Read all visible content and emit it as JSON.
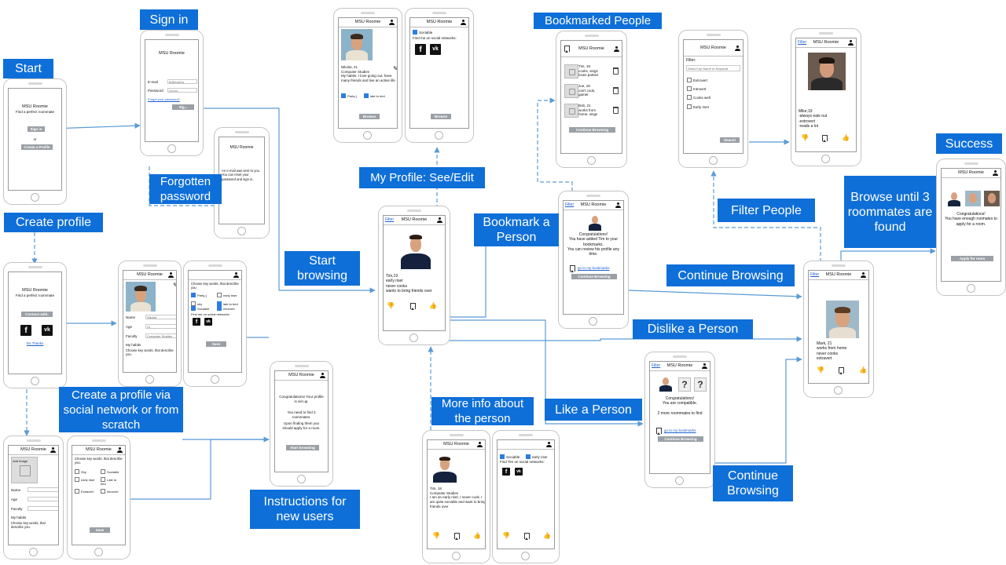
{
  "labels": {
    "start": "Start",
    "sign_in": "Sign in",
    "create_profile": "Create profile",
    "forgotten_password": "Forgotten password",
    "create_via_social": "Create a profile via social network or from scratch",
    "start_browsing": "Start browsing",
    "instructions_new_users": "Instructions for new users",
    "my_profile": "My Profile: See/Edit",
    "more_info": "More info about the person",
    "bookmark_person": "Bookmark a Person",
    "bookmarked_people": "Bookmarked  People",
    "filter_people": "Filter People",
    "continue_browsing_1": "Continue Browsing",
    "continue_browsing_2": "Continue Browsing",
    "dislike_person": "Dislike a Person",
    "like_person": "Like a Person",
    "browse_until": "Browse until 3 roommates are found",
    "success": "Success"
  },
  "app": {
    "name": "MSU Roomie",
    "tagline": "Find a perfect roommate",
    "sign_in_button": "Sign in",
    "or": "or",
    "create_profile_button": "Create a Profile",
    "sign_in_short": "Sig...",
    "email_label": "E-mail",
    "email_value": "hi@mail.ru",
    "password_label": "Password",
    "password_value": "••••••••",
    "forgot_link": "Forgot your password?",
    "reset_message": "An e-mail was sent to you. You can reset your password and sign in.",
    "connect_with": "Connect with:",
    "no_thanks": "No Thanks",
    "fb": "f",
    "vk": "vk",
    "add_image": "Add image",
    "name_label": "Name",
    "age_label": "Age",
    "faculty_label": "Faculty",
    "my_habits": "My habits",
    "choose_keywords": "Choose key words, that describe you.",
    "choose_keywords_2": "Choose key words, that describe you",
    "nikolai_name": "Nikolai",
    "nikolai_age": "21",
    "nikolai_faculty": "Computer Studies",
    "kw_shy": "Shy",
    "kw_sociable": "Sociable",
    "kw_early_riser": "early riser",
    "kw_late_to_bed": "Late to bed",
    "kw_late_to_bed_lc": "late to bed",
    "kw_extravert": "Extravert",
    "kw_introvert": "Introvert",
    "kw_party": "Party-(",
    "kw_shy_lc": "shy",
    "save": "Save",
    "find_me": "Find me on social networks:",
    "setup_msg": "Congratulations! Your profile is set up.",
    "need_find": "You need to find 3 roommates.",
    "upon_finding": "Upon finding them you should apply for a room.",
    "start_browsing_button": "Start browsing",
    "browse": "Browse",
    "profile_nikolai": "Nikolai, 21\nComputer Studies\nMy habits: I love going out, have many friends and live an active life",
    "party_check": "Party-(",
    "late_check": "late to bed",
    "sociable_check": "Sociable",
    "filter_link": "Filter",
    "tim_card": "Tim,19\nearly riser\nnever cooks\nwants to bring friends over",
    "tim_more": "Tim, 19\nComputer Studies\nI am an early riser, I never cook. I am quite sociable and want to bring friends over",
    "early_riser_check": "early riser",
    "find_tim": "Find Tim on social networks:",
    "added_msg": "Congratulations!\nYou have added Tim to your bookmarks.\nYou can review his profile any time.",
    "go_bookmarks": "go to my bookmarks",
    "continue_browsing_btn": "Continue Browsing",
    "bm_tim": "Tim, 19\ncooks, sings\nloves parties",
    "bm_joe": "Joe, 18\ncan't cook,\ngamer.",
    "bm_bob": "Bob, 21\nworks from\nhome, sings",
    "filter_title": "Filter:",
    "search_placeholder": "Search by Name or Keyword",
    "f_extrovert": "Extrovert",
    "f_introvert": "Introvert",
    "f_cooks": "Cooks well",
    "f_early": "Early riser",
    "search_btn": "Search",
    "mike_card": "Mike,19\n-always eats out\n-extrovert\n-reads a lot",
    "mark_card": "Mark, 21\nworks from home\nnever cooks\nextravert",
    "compatible_msg": "Congratulations!\nYou are compatible.\n\n2 more roommates to find",
    "success_msg": "Congratulations!\nYou have enough roomates to apply for a room.",
    "apply_btn": "Apply for room",
    "thumb_down": "👎",
    "thumb_up": "👍",
    "question": "?"
  },
  "colors": {
    "label_bg": "#0f6fd8",
    "wire": "#5a9bd5",
    "button": "#9aa0a6"
  }
}
